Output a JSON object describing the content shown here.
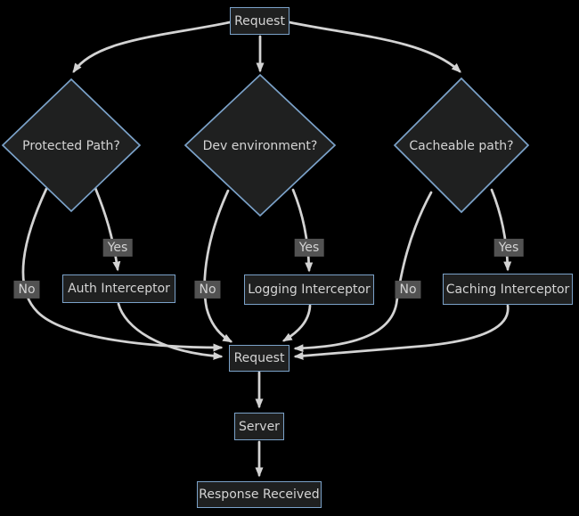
{
  "diagram": {
    "type": "flowchart",
    "background": "#000000",
    "colors": {
      "node_fill": "#1f2020",
      "node_border": "#7ba2c9",
      "node_text": "#d4d4d4",
      "edge": "#d3d3d3",
      "label_bg": "#525252",
      "label_text": "#d3d3d3"
    },
    "nodes": {
      "request_top": {
        "label": "Request",
        "shape": "rect"
      },
      "protected_path": {
        "label": "Protected Path?",
        "shape": "diamond"
      },
      "dev_environment": {
        "label": "Dev environment?",
        "shape": "diamond"
      },
      "cacheable_path": {
        "label": "Cacheable path?",
        "shape": "diamond"
      },
      "auth_interceptor": {
        "label": "Auth Interceptor",
        "shape": "rect"
      },
      "logging_interceptor": {
        "label": "Logging Interceptor",
        "shape": "rect"
      },
      "caching_interceptor": {
        "label": "Caching Interceptor",
        "shape": "rect"
      },
      "request_mid": {
        "label": "Request",
        "shape": "rect"
      },
      "server": {
        "label": "Server",
        "shape": "rect"
      },
      "response_received": {
        "label": "Response Received",
        "shape": "rect"
      }
    },
    "edges": [
      {
        "from": "Request",
        "to": "Protected Path?",
        "label": ""
      },
      {
        "from": "Request",
        "to": "Dev environment?",
        "label": ""
      },
      {
        "from": "Request",
        "to": "Cacheable path?",
        "label": ""
      },
      {
        "from": "Protected Path?",
        "to": "Request",
        "label": "No"
      },
      {
        "from": "Protected Path?",
        "to": "Auth Interceptor",
        "label": "Yes"
      },
      {
        "from": "Auth Interceptor",
        "to": "Request",
        "label": ""
      },
      {
        "from": "Dev environment?",
        "to": "Request",
        "label": "No"
      },
      {
        "from": "Dev environment?",
        "to": "Logging Interceptor",
        "label": "Yes"
      },
      {
        "from": "Logging Interceptor",
        "to": "Request",
        "label": ""
      },
      {
        "from": "Cacheable path?",
        "to": "Request",
        "label": "No"
      },
      {
        "from": "Cacheable path?",
        "to": "Caching Interceptor",
        "label": "Yes"
      },
      {
        "from": "Caching Interceptor",
        "to": "Request",
        "label": ""
      },
      {
        "from": "Request",
        "to": "Server",
        "label": ""
      },
      {
        "from": "Server",
        "to": "Response Received",
        "label": ""
      }
    ]
  }
}
